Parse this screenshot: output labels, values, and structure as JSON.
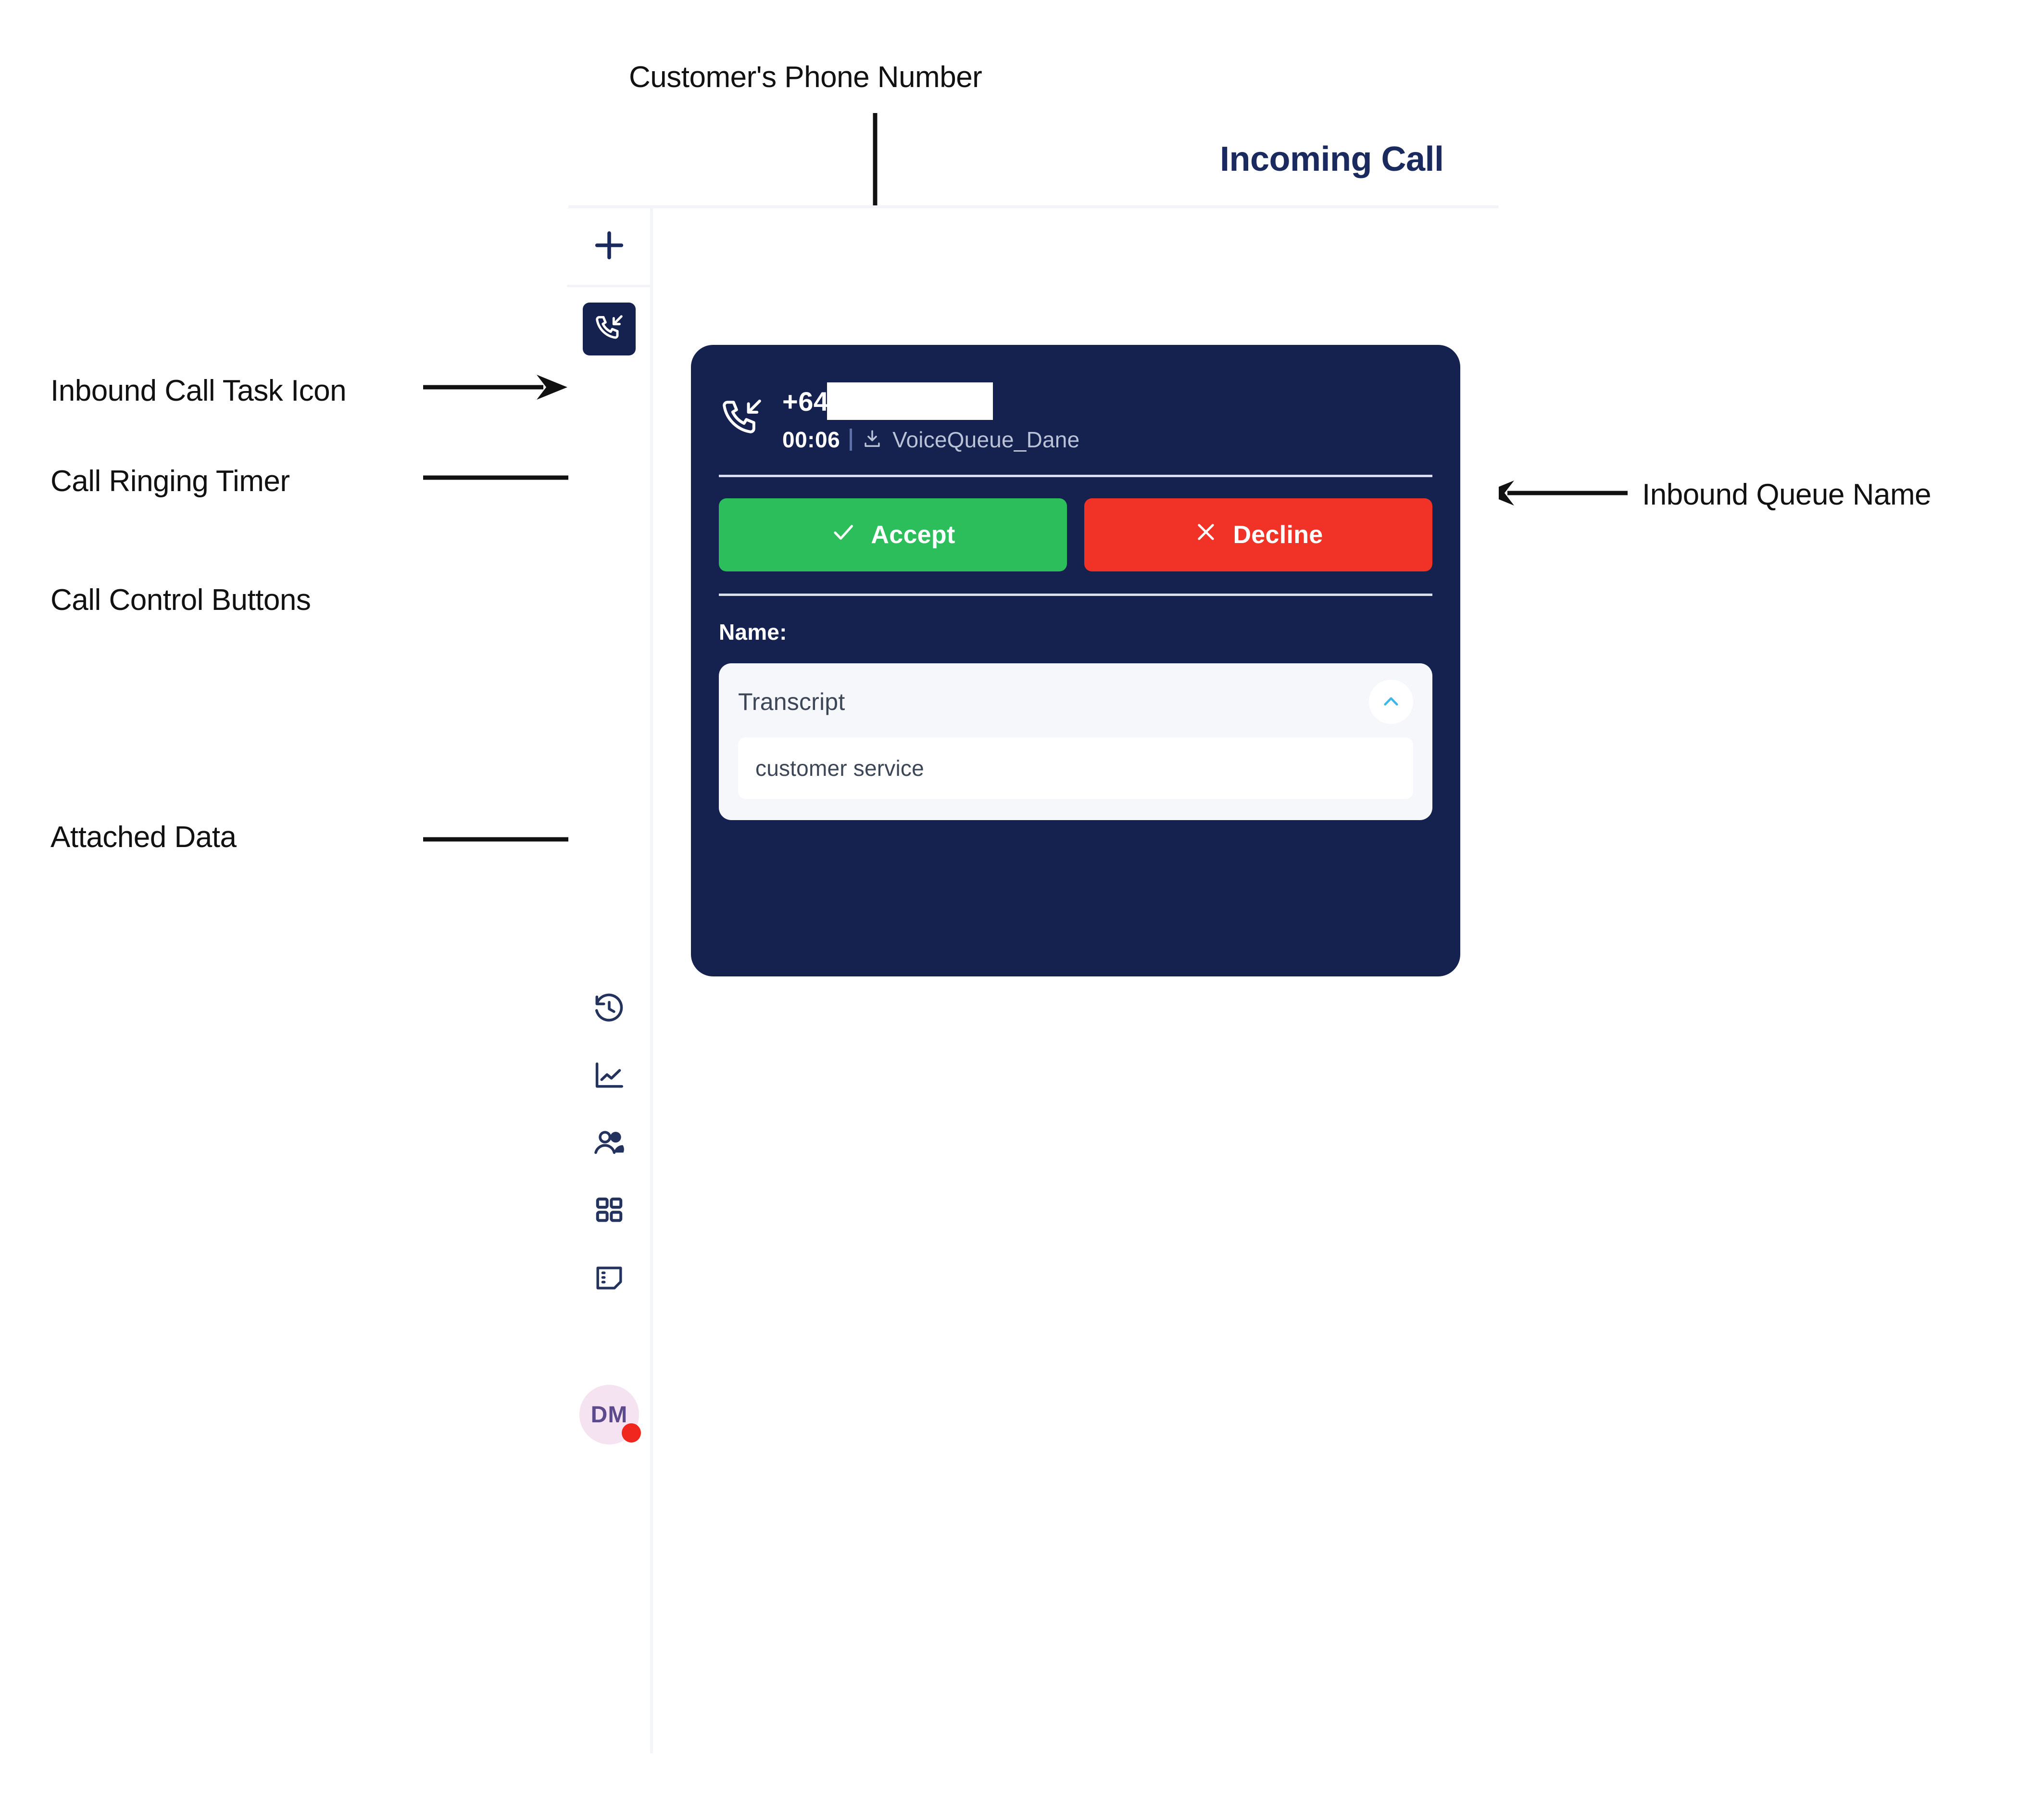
{
  "header": {
    "title": "Incoming Call"
  },
  "annotations": [
    {
      "id": "customers-phone-number",
      "label": "Customer's Phone Number",
      "direction": "down"
    },
    {
      "id": "inbound-call-task-icon",
      "label": "Inbound Call Task Icon",
      "direction": "right"
    },
    {
      "id": "call-ringing-timer",
      "label": "Call Ringing Timer",
      "direction": "right"
    },
    {
      "id": "call-control-buttons",
      "label": "Call Control Buttons",
      "direction": "none"
    },
    {
      "id": "attached-data",
      "label": "Attached Data",
      "direction": "right"
    },
    {
      "id": "inbound-queue-name",
      "label": "Inbound Queue Name",
      "direction": "left"
    }
  ],
  "rail": {
    "add_icon": "plus-icon",
    "task_icon": "inbound-call-icon",
    "items": [
      {
        "icon": "history-icon",
        "name": "history"
      },
      {
        "icon": "analytics-line-chart-icon",
        "name": "analytics"
      },
      {
        "icon": "contacts-people-icon",
        "name": "contacts"
      },
      {
        "icon": "apps-grid-icon",
        "name": "apps"
      },
      {
        "icon": "notes-sticky-icon",
        "name": "notes"
      }
    ],
    "avatar": {
      "initials": "DM",
      "status_color": "#f0271f",
      "background_color": "#f6e3f2"
    }
  },
  "call_card": {
    "direction_icon": "inbound-call-icon",
    "phone_number": "+64",
    "phone_number_redacted": true,
    "timer": "00:06",
    "separator": "|",
    "queue_icon": "download-inbound-icon",
    "queue_name": "VoiceQueue_Dane",
    "accept_label": "Accept",
    "accept_icon": "check-icon",
    "accept_color": "#2bbe5b",
    "decline_label": "Decline",
    "decline_icon": "x-icon",
    "decline_color": "#f13226",
    "name_field_label": "Name:",
    "card_color": "#15224f",
    "attached_data": {
      "title": "Transcript",
      "collapse_icon": "chevron-up-icon",
      "value": "customer service"
    }
  }
}
